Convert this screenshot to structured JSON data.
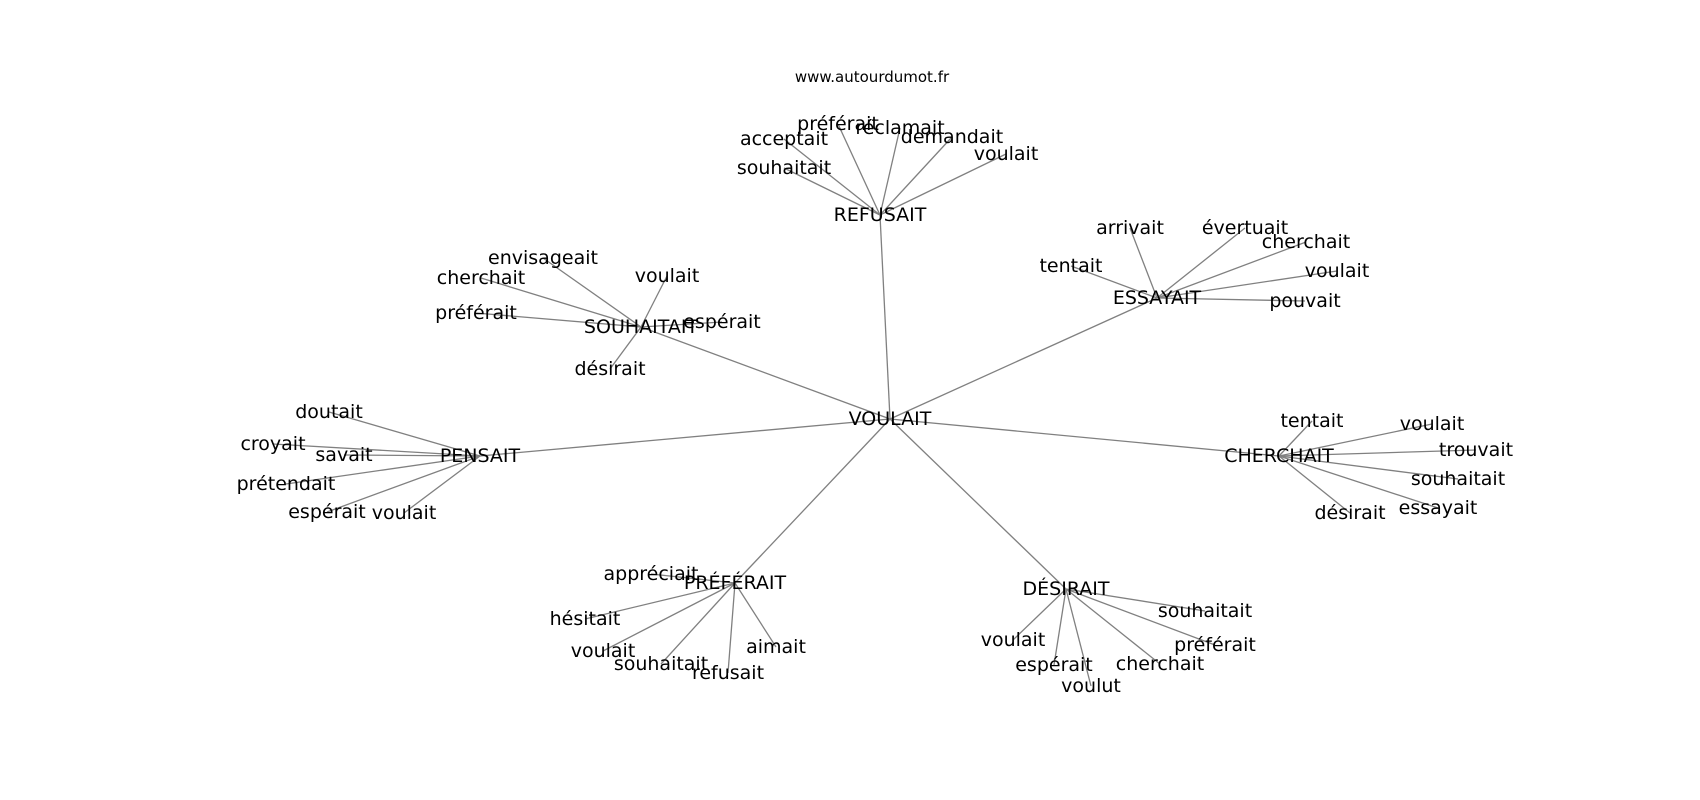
{
  "source": "www.autourdumot.fr",
  "colors": {
    "edge": "#808080",
    "text": "#000000",
    "background": "#ffffff"
  },
  "graph": {
    "root": "VOULAIT",
    "hubs": [
      {
        "id": "refusait",
        "label": "REFUSAIT",
        "children": [
          "souhaitait",
          "acceptait",
          "préférait",
          "réclamait",
          "demandait",
          "voulait"
        ]
      },
      {
        "id": "essayait",
        "label": "ESSAYAIT",
        "children": [
          "tentait",
          "arrivait",
          "évertuait",
          "cherchait",
          "voulait",
          "pouvait"
        ]
      },
      {
        "id": "souhaitait",
        "label": "SOUHAITAIT",
        "children": [
          "envisageait",
          "cherchait",
          "voulait",
          "préférait",
          "espérait",
          "désirait"
        ]
      },
      {
        "id": "pensait",
        "label": "PENSAIT",
        "children": [
          "doutait",
          "croyait",
          "savait",
          "prétendait",
          "espérait",
          "voulait"
        ]
      },
      {
        "id": "cherchait",
        "label": "CHERCHAIT",
        "children": [
          "tentait",
          "voulait",
          "trouvait",
          "souhaitait",
          "désirait",
          "essayait"
        ]
      },
      {
        "id": "preferait",
        "label": "PRÉFÉRAIT",
        "children": [
          "appréciait",
          "hésitait",
          "voulait",
          "souhaitait",
          "refusait",
          "aimait"
        ]
      },
      {
        "id": "desirait",
        "label": "DÉSIRAIT",
        "children": [
          "souhaitait",
          "préférait",
          "voulait",
          "espérait",
          "voulut",
          "cherchait"
        ]
      }
    ]
  }
}
